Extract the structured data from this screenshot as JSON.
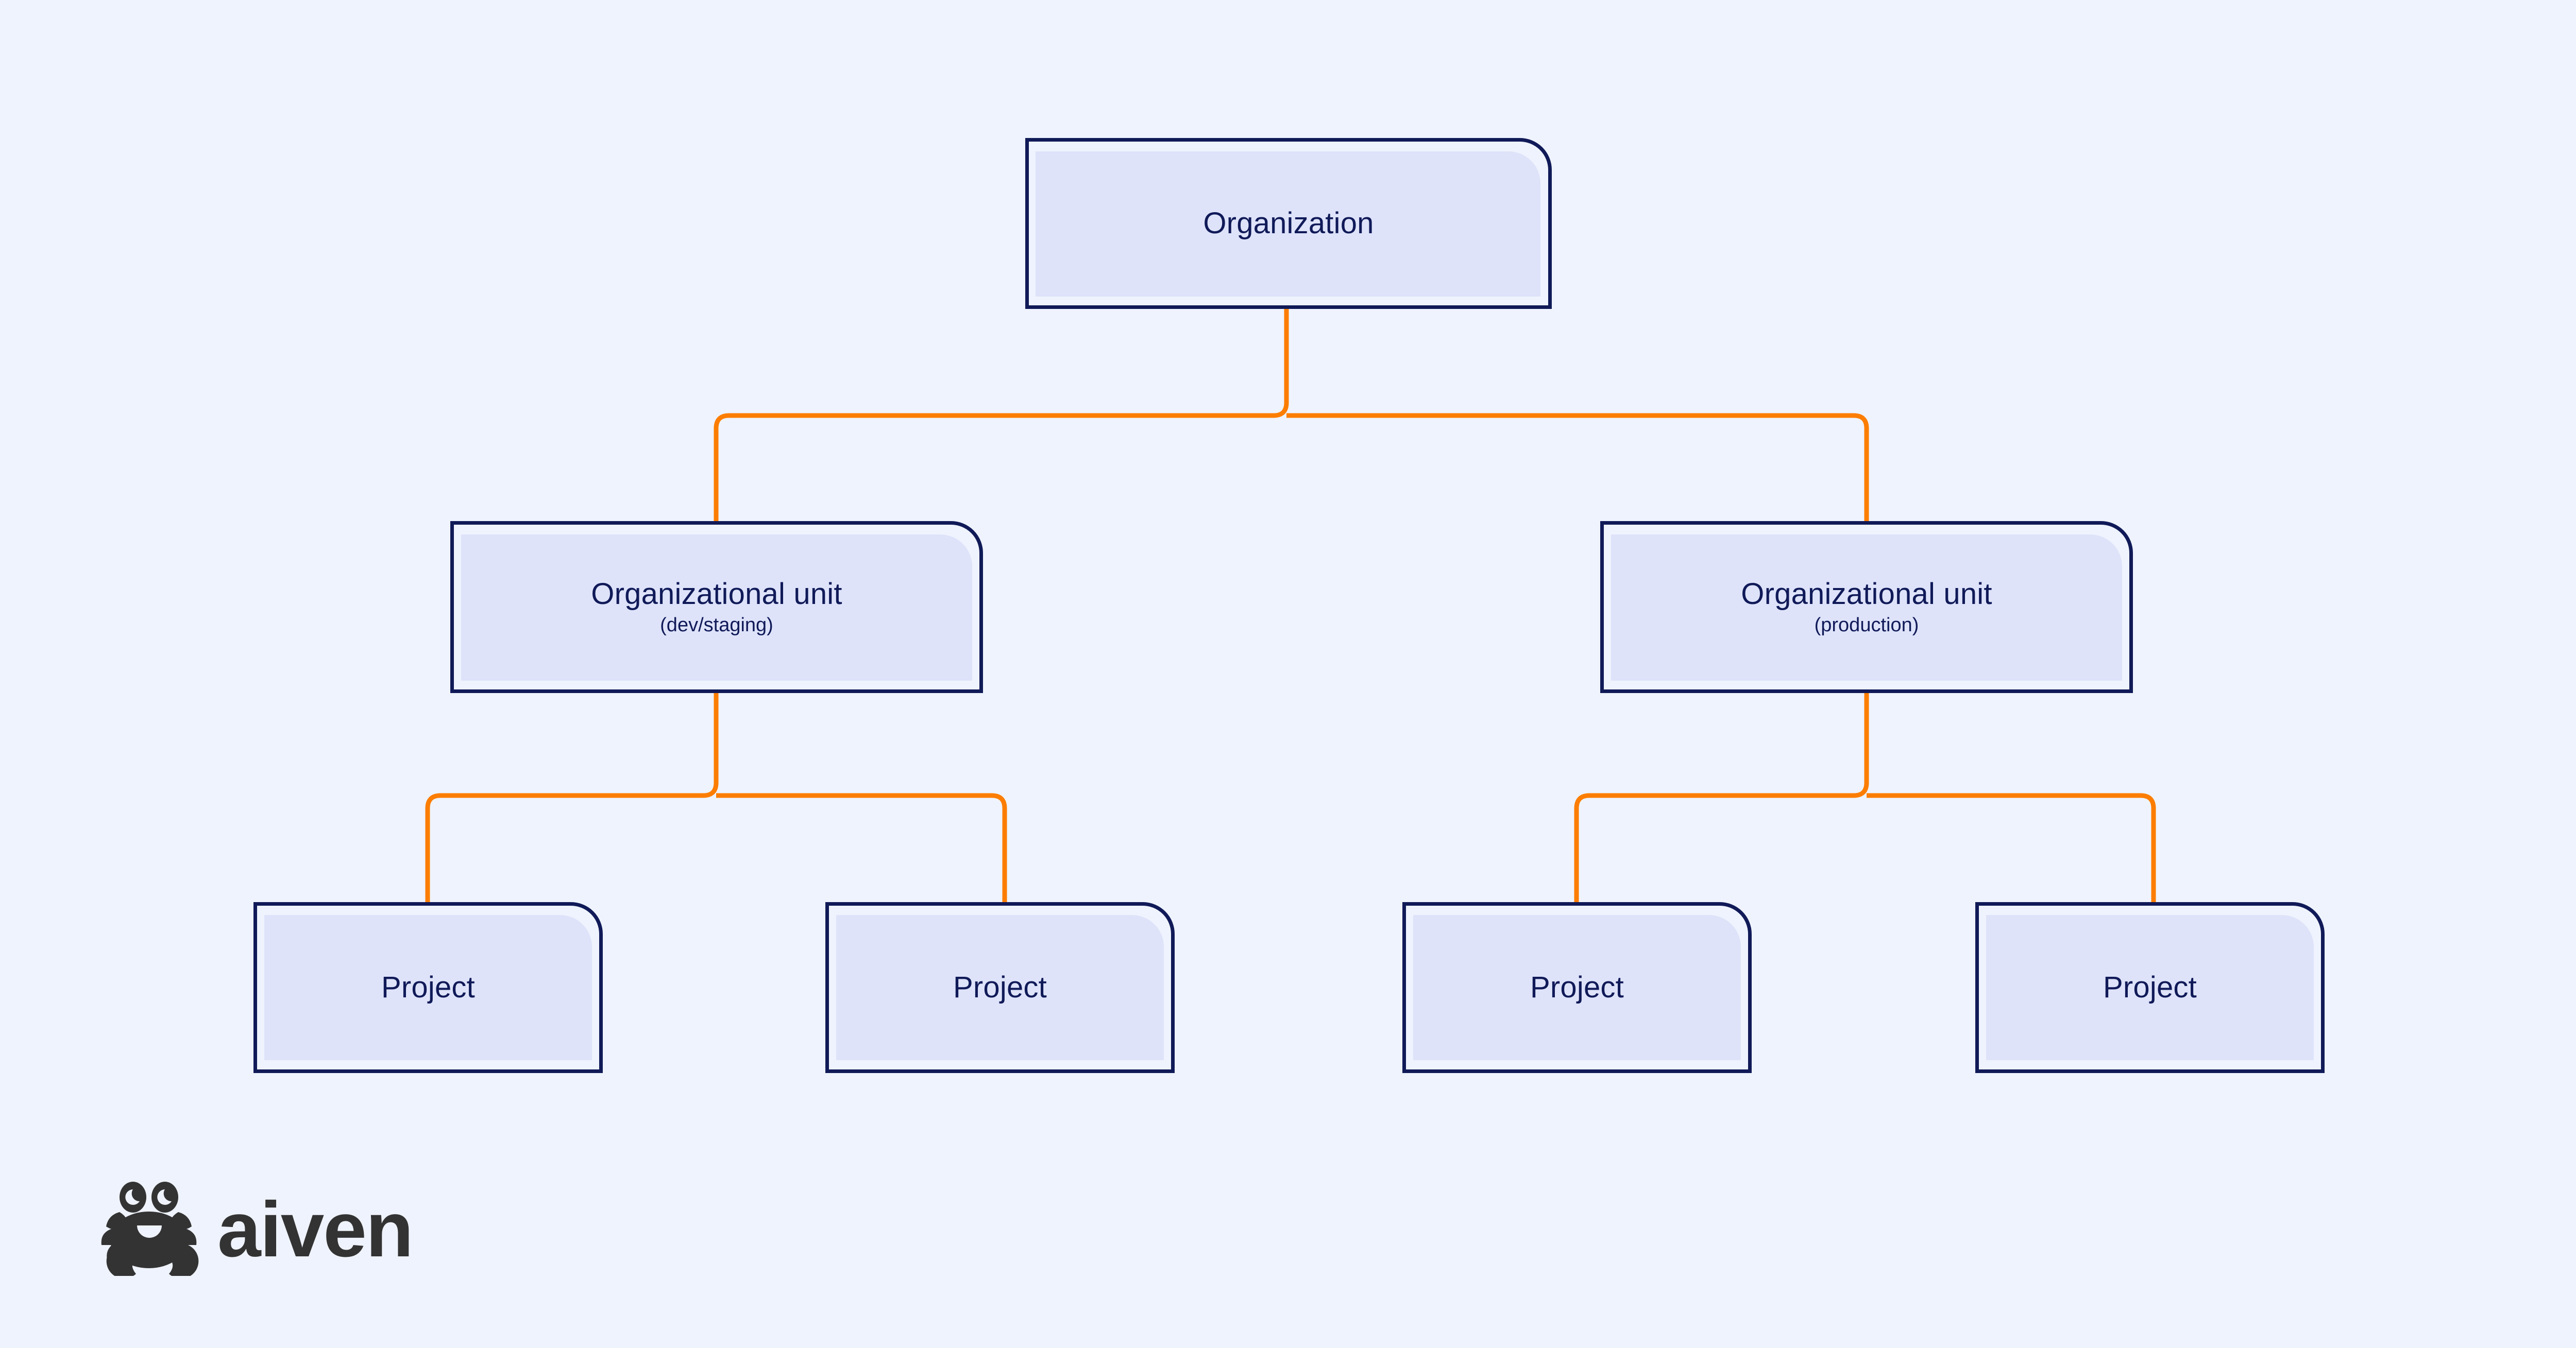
{
  "theme": {
    "background": "#eff3fd",
    "node_fill": "#dee3fa",
    "node_outline": "#101a58",
    "node_text": "#101a58",
    "connector": "#fc7d00",
    "logo_color": "#333333"
  },
  "diagram": {
    "type": "hierarchy-tree",
    "levels": 3,
    "nodes": {
      "organization": {
        "title": "Organization",
        "subtitle": ""
      },
      "unit_dev": {
        "title": "Organizational unit",
        "subtitle": "(dev/staging)"
      },
      "unit_prod": {
        "title": "Organizational unit",
        "subtitle": "(production)"
      },
      "project_1": {
        "title": "Project",
        "subtitle": ""
      },
      "project_2": {
        "title": "Project",
        "subtitle": ""
      },
      "project_3": {
        "title": "Project",
        "subtitle": ""
      },
      "project_4": {
        "title": "Project",
        "subtitle": ""
      }
    },
    "edges": [
      {
        "from": "organization",
        "to": "unit_dev"
      },
      {
        "from": "organization",
        "to": "unit_prod"
      },
      {
        "from": "unit_dev",
        "to": "project_1"
      },
      {
        "from": "unit_dev",
        "to": "project_2"
      },
      {
        "from": "unit_prod",
        "to": "project_3"
      },
      {
        "from": "unit_prod",
        "to": "project_4"
      }
    ]
  },
  "logo": {
    "wordmark": "aiven",
    "mark_name": "crab-icon"
  }
}
